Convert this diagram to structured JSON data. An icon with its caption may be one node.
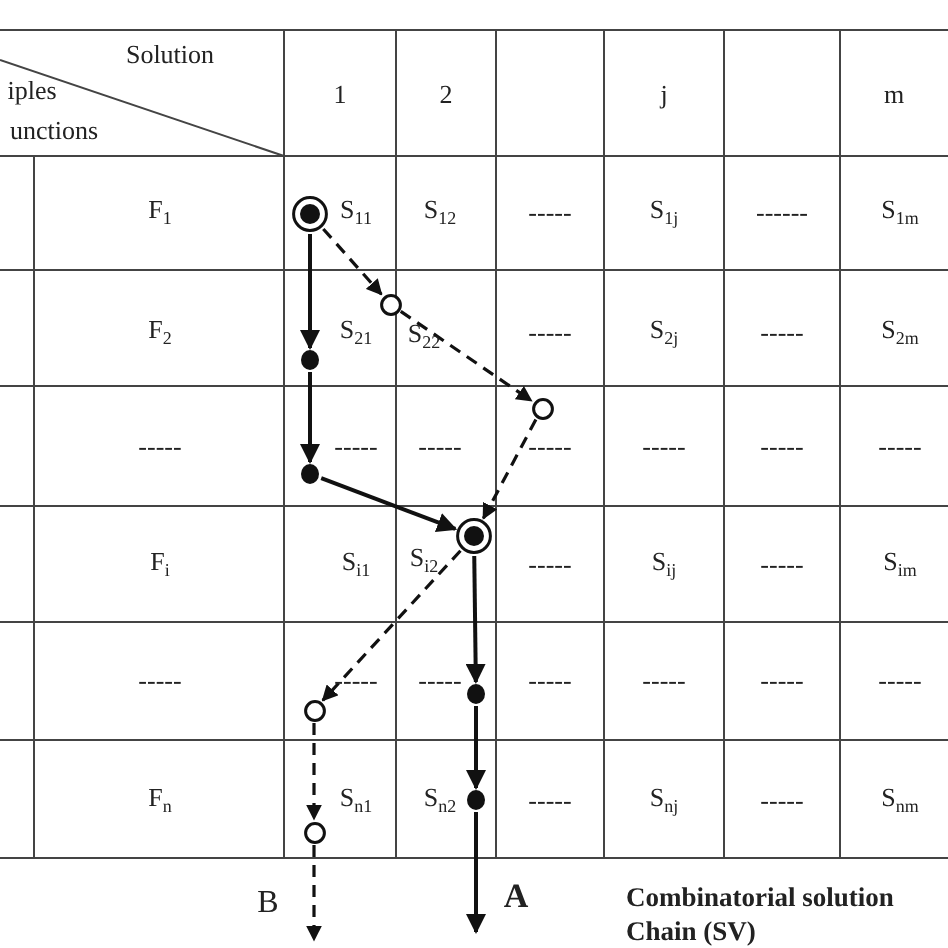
{
  "diagram": {
    "nodes": [
      {
        "text": [],
        "shape": "circle"
      },
      {
        "text": [],
        "shape": "circle"
      },
      {
        "text": [],
        "shape": "circle"
      },
      {
        "text": [],
        "shape": "circle"
      },
      {
        "text": [],
        "shape": "circle"
      },
      {
        "text": [],
        "shape": "circle"
      },
      {
        "text": [],
        "shape": "circle"
      },
      {
        "text": [],
        "shape": "circle"
      },
      {
        "text": [],
        "shape": "circle"
      },
      {
        "text": [],
        "shape": "circle"
      }
    ],
    "edges": [
      {
        "from": 0,
        "to": 2,
        "arrow": "to"
      },
      {
        "from": 2,
        "to": 4,
        "arrow": "to"
      },
      {
        "from": 4,
        "to": 5,
        "arrow": "to"
      },
      {
        "from": 5,
        "to": 6,
        "arrow": "to"
      },
      {
        "from": 6,
        "to": 8,
        "arrow": "to"
      },
      {
        "from": 8,
        "to": null,
        "arrow": "to"
      },
      {
        "from": 0,
        "to": 1,
        "arrow": "to",
        "style": "dashed"
      },
      {
        "from": 1,
        "to": 3,
        "arrow": "to",
        "style": "dashed"
      },
      {
        "from": 3,
        "to": 5,
        "arrow": "to",
        "style": "dashed"
      },
      {
        "from": 5,
        "to": 7,
        "arrow": "to",
        "style": "dashed"
      },
      {
        "from": 7,
        "to": 9,
        "arrow": "to",
        "style": "dashed"
      },
      {
        "from": 9,
        "to": null,
        "arrow": "to",
        "style": "dashed"
      }
    ],
    "labels": [
      "Solution",
      "iples",
      "unctions",
      "1",
      "2",
      "j",
      "m",
      "F$_{1}$",
      "S$_{11}$",
      "S$_{12}$",
      "-----",
      "S$_{1j}$",
      "------",
      "S$_{1m}$",
      "F$_{2}$",
      "S$_{21}$",
      "S$_{22}$",
      "-----",
      "S$_{2j}$",
      "-----",
      "S$_{2m}$",
      "-----",
      "-----",
      "-----",
      "-----",
      "-----",
      "-----",
      "-----",
      "F$_{i}$",
      "S$_{i1}$",
      "S$_{i2}$",
      "-----",
      "S$_{ij}$",
      "-----",
      "S$_{im}$",
      "-----",
      "-----",
      "-----",
      "-----",
      "-----",
      "-----",
      "-----",
      "F$_{n}$",
      "S$_{n1}$",
      "S$_{n2}$",
      "-----",
      "S$_{nj}$",
      "-----",
      "S$_{nm}$",
      "B",
      "A",
      "Combinatorial solution Chain (SV)"
    ]
  }
}
